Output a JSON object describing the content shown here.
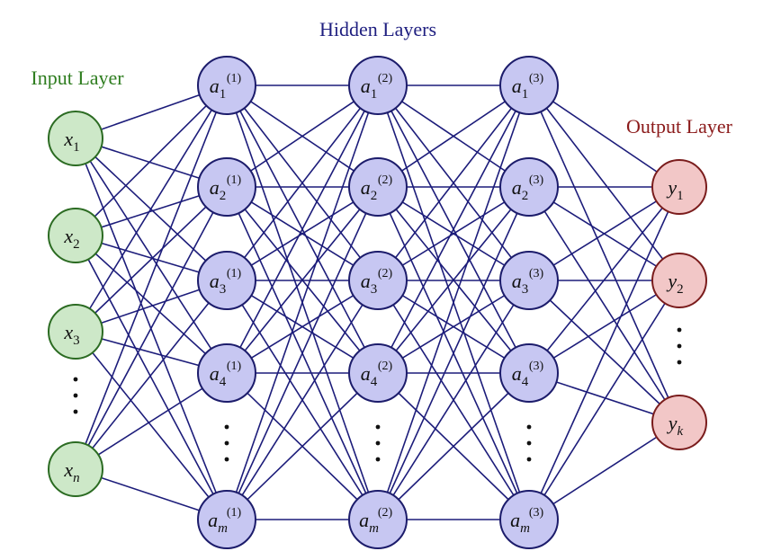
{
  "titles": {
    "hidden": "Hidden Layers",
    "input": "Input Layer",
    "output": "Output Layer"
  },
  "colors": {
    "input_title": "#2e7d1f",
    "hidden_title": "#1f1f80",
    "output_title": "#8b1a1a",
    "edge": "#1c1c7a"
  },
  "layers": {
    "input": {
      "nodes": [
        {
          "base": "x",
          "sub": "1"
        },
        {
          "base": "x",
          "sub": "2"
        },
        {
          "base": "x",
          "sub": "3"
        },
        {
          "ellipsis": true
        },
        {
          "base": "x",
          "sub": "n",
          "sub_italic": true
        }
      ]
    },
    "hidden": [
      {
        "sup": "(1)",
        "nodes": [
          {
            "base": "a",
            "sub": "1"
          },
          {
            "base": "a",
            "sub": "2"
          },
          {
            "base": "a",
            "sub": "3"
          },
          {
            "base": "a",
            "sub": "4"
          },
          {
            "ellipsis": true
          },
          {
            "base": "a",
            "sub": "m",
            "sub_italic": true
          }
        ]
      },
      {
        "sup": "(2)",
        "nodes": [
          {
            "base": "a",
            "sub": "1"
          },
          {
            "base": "a",
            "sub": "2"
          },
          {
            "base": "a",
            "sub": "3"
          },
          {
            "base": "a",
            "sub": "4"
          },
          {
            "ellipsis": true
          },
          {
            "base": "a",
            "sub": "m",
            "sub_italic": true
          }
        ]
      },
      {
        "sup": "(3)",
        "nodes": [
          {
            "base": "a",
            "sub": "1"
          },
          {
            "base": "a",
            "sub": "2"
          },
          {
            "base": "a",
            "sub": "3"
          },
          {
            "base": "a",
            "sub": "4"
          },
          {
            "ellipsis": true
          },
          {
            "base": "a",
            "sub": "m",
            "sub_italic": true
          }
        ]
      }
    ],
    "output": {
      "nodes": [
        {
          "base": "y",
          "sub": "1"
        },
        {
          "base": "y",
          "sub": "2"
        },
        {
          "ellipsis": true
        },
        {
          "base": "y",
          "sub": "k",
          "sub_italic": true
        }
      ]
    }
  }
}
